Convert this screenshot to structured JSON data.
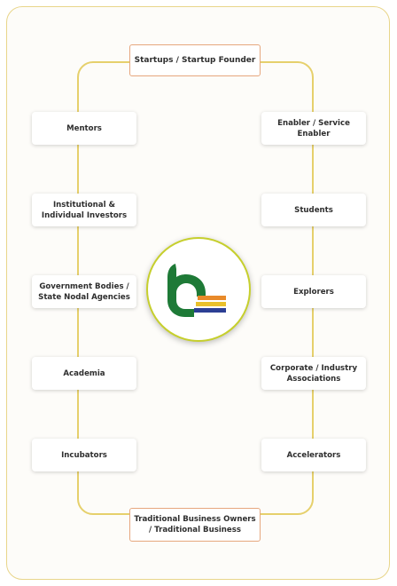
{
  "top_node": "Startups / Startup Founder",
  "bottom_node": "Traditional Business Owners / Traditional Business",
  "left_nodes": [
    "Mentors",
    "Institutional & Individual Investors",
    "Government Bodies / State Nodal Agencies",
    "Academia",
    "Incubators"
  ],
  "right_nodes": [
    "Enabler / Service Enabler",
    "Students",
    "Explorers",
    "Corporate / Industry Associations",
    "Accelerators"
  ],
  "logo": {
    "icon": "stylized-b-leaf-logo",
    "colors": {
      "green": "#1e7a37",
      "orange": "#e88a2a",
      "yellow": "#e9c02c",
      "blue": "#2c3f94",
      "ring": "#c6cf2d"
    }
  },
  "colors": {
    "connector": "#e6d06c",
    "panel_border": "#e8d58a",
    "accent_border": "#e6a77e"
  }
}
